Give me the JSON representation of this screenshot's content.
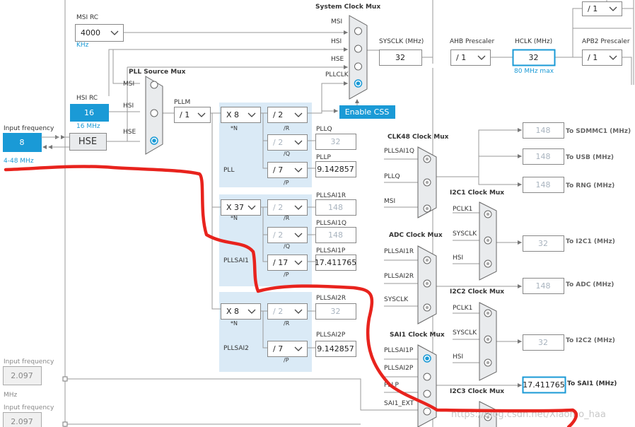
{
  "input_hse": {
    "label": "Input frequency",
    "value": "8",
    "range": "4-48 MHz"
  },
  "input_lsi": {
    "label": "Input frequency",
    "value": "2.097",
    "unit": "MHz"
  },
  "input_ext": {
    "label": "Input frequency",
    "value": "2.097"
  },
  "hse_button": "HSE",
  "msi": {
    "title": "MSI RC",
    "value": "4000",
    "unit": "KHz"
  },
  "hsi": {
    "title": "HSI RC",
    "value": "16",
    "unit": "16 MHz"
  },
  "pll_source_mux": {
    "title": "PLL Source Mux",
    "inputs": [
      "MSI",
      "HSI",
      "HSE"
    ]
  },
  "pllm": {
    "title": "PLLM",
    "value": "/ 1"
  },
  "pll": {
    "name": "PLL",
    "n": "X 8",
    "n_label": "*N",
    "r": "/ 2",
    "r_label": "/R",
    "q": "/ 2",
    "q_label": "/Q",
    "p": "/ 7",
    "p_label": "/P",
    "q_out_label": "PLLQ",
    "q_out": "32",
    "p_out_label": "PLLP",
    "p_out": "9.142857"
  },
  "pllsai1": {
    "name": "PLLSAI1",
    "n": "X 37",
    "n_label": "*N",
    "r": "/ 2",
    "r_label": "/R",
    "q": "/ 2",
    "q_label": "/Q",
    "p": "/ 17",
    "p_label": "/P",
    "r_out_label": "PLLSAI1R",
    "r_out": "148",
    "q_out_label": "PLLSAI1Q",
    "q_out": "148",
    "p_out_label": "PLLSAI1P",
    "p_out": "17.411765"
  },
  "pllsai2": {
    "name": "PLLSAI2",
    "n": "X 8",
    "n_label": "*N",
    "r": "/ 2",
    "r_label": "/R",
    "p": "/ 7",
    "p_label": "/P",
    "r_out_label": "PLLSAI2R",
    "r_out": "32",
    "p_out_label": "PLLSAI2P",
    "p_out": "9.142857"
  },
  "system_clock_mux": {
    "title": "System Clock Mux",
    "inputs": [
      "MSI",
      "HSI",
      "HSE",
      "PLLCLK"
    ]
  },
  "enable_css": "Enable CSS",
  "sysclk": {
    "label": "SYSCLK (MHz)",
    "value": "32"
  },
  "ahb": {
    "label": "AHB Prescaler",
    "value": "/ 1"
  },
  "hclk": {
    "label": "HCLK (MHz)",
    "value": "32",
    "note": "80 MHz max"
  },
  "apb2": {
    "label": "APB2 Prescaler",
    "value": "/ 1"
  },
  "apb_top": {
    "value": "/ 1"
  },
  "clk48_mux": {
    "title": "CLK48 Clock Mux",
    "inputs": [
      "PLLSAI1Q",
      "PLLQ",
      "MSI"
    ]
  },
  "clk48_outputs": [
    {
      "value": "148",
      "label": "To SDMMC1 (MHz)"
    },
    {
      "value": "148",
      "label": "To USB (MHz)"
    },
    {
      "value": "148",
      "label": "To RNG (MHz)"
    }
  ],
  "adc_mux": {
    "title": "ADC Clock Mux",
    "inputs": [
      "PLLSAI1R",
      "PLLSAI2R",
      "SYSCLK"
    ],
    "value": "148",
    "label": "To ADC (MHz)"
  },
  "i2c1_mux": {
    "title": "I2C1 Clock Mux",
    "inputs": [
      "PCLK1",
      "SYSCLK",
      "HSI"
    ],
    "value": "32",
    "label": "To I2C1 (MHz)"
  },
  "i2c2_mux": {
    "title": "I2C2 Clock Mux",
    "inputs": [
      "PCLK1",
      "SYSCLK",
      "HSI"
    ],
    "value": "32",
    "label": "To I2C2 (MHz)"
  },
  "i2c3_mux": {
    "title": "I2C3 Clock Mux"
  },
  "sai1_mux": {
    "title": "SAI1 Clock Mux",
    "inputs": [
      "PLLSAI1P",
      "PLLSAI2P",
      "PLLP",
      "SAI1_EXT"
    ],
    "value": "17.411765",
    "label": "To SAI1 (MHz)"
  },
  "watermark": "https://blog.csdn.net/Xiaomo_haa",
  "colors": {
    "accent": "#1a9ad6",
    "block": "#daeaf6",
    "mux": "#e9ebed",
    "annotation": "#e8231d",
    "grey_value": "#a9b4bf"
  }
}
